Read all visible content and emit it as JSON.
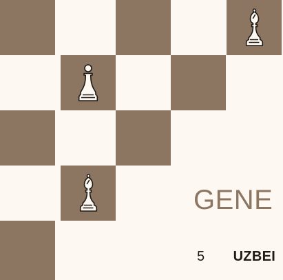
{
  "board": {
    "colors": {
      "dark": "#8c7661",
      "light": "#fdf8f1"
    },
    "pieces": [
      {
        "name": "bishop",
        "color": "white"
      },
      {
        "name": "pawn",
        "color": "white"
      },
      {
        "name": "bishop",
        "color": "white"
      }
    ]
  },
  "headline": "GENE",
  "entry": {
    "rank": "5",
    "country": "UZBEI"
  },
  "colors": {
    "accent": "#8c7661",
    "background": "#fdf8f1",
    "text": "#1f1a15"
  }
}
